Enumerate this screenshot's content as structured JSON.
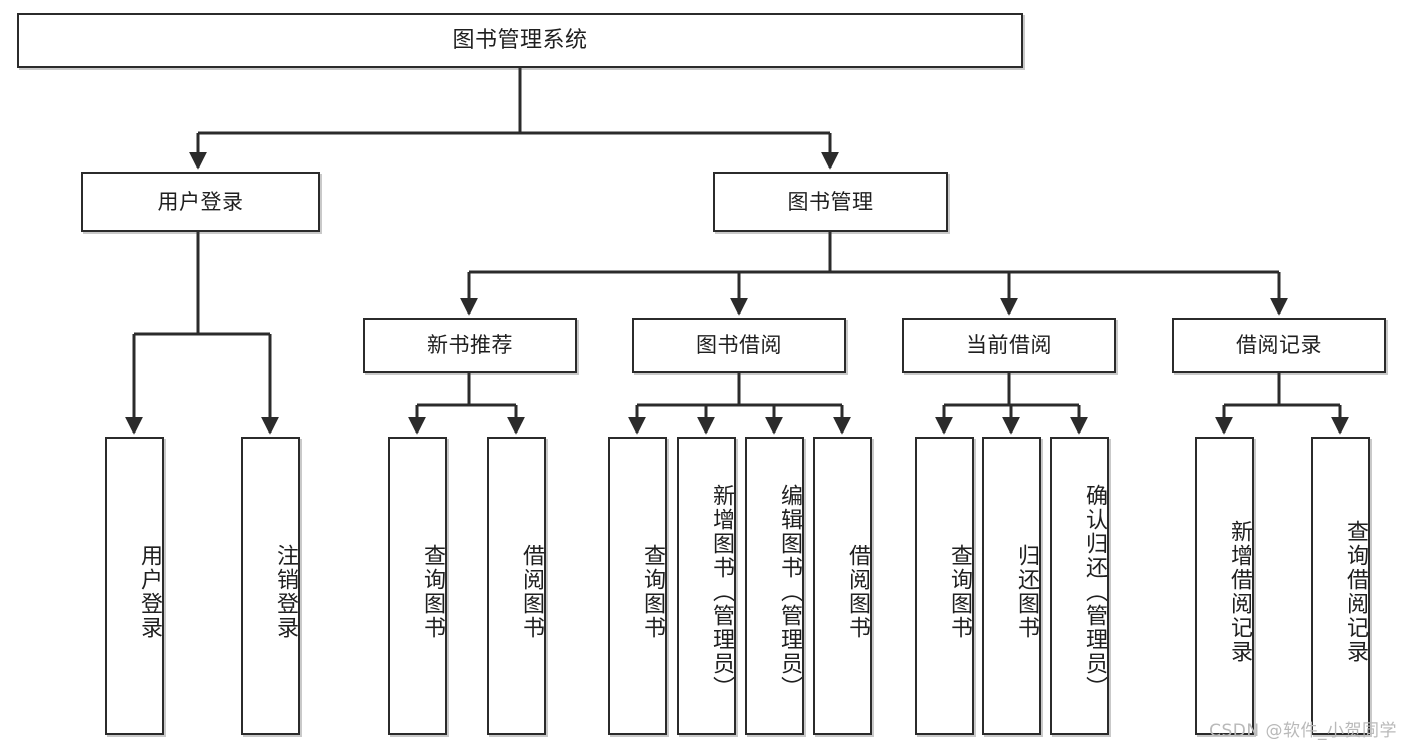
{
  "diagram": {
    "title": "图书管理系统",
    "type": "tree-hierarchy",
    "orientation": "top-down",
    "colors": {
      "background": "#ffffff",
      "node_border": "#2b2b2b",
      "node_fill": "#ffffff",
      "edge": "#2b2b2b",
      "text": "#1f1f1f",
      "watermark": "#b9b9b9"
    },
    "watermark": "CSDN @软件_小贺同学"
  },
  "nodes": {
    "root": {
      "label": "图书管理系统"
    },
    "level1": [
      {
        "id": "user-login",
        "label": "用户登录"
      },
      {
        "id": "book-manage",
        "label": "图书管理"
      }
    ],
    "level2": [
      {
        "id": "new-book-recommend",
        "label": "新书推荐"
      },
      {
        "id": "book-borrow",
        "label": "图书借阅"
      },
      {
        "id": "current-borrow",
        "label": "当前借阅"
      },
      {
        "id": "borrow-record",
        "label": "借阅记录"
      }
    ],
    "leaves": {
      "user_login": [
        {
          "id": "leaf-user-login",
          "label": "用户登录"
        },
        {
          "id": "leaf-logout-login",
          "label": "注销登录"
        }
      ],
      "new_book_recommend": [
        {
          "id": "leaf-query-book-1",
          "label": "查询图书"
        },
        {
          "id": "leaf-borrow-book-1",
          "label": "借阅图书"
        }
      ],
      "book_borrow": [
        {
          "id": "leaf-query-book-2",
          "label": "查询图书"
        },
        {
          "id": "leaf-add-book",
          "label": "新增图书（管理员）"
        },
        {
          "id": "leaf-edit-book",
          "label": "编辑图书（管理员）"
        },
        {
          "id": "leaf-borrow-book-2",
          "label": "借阅图书"
        }
      ],
      "current_borrow": [
        {
          "id": "leaf-query-book-3",
          "label": "查询图书"
        },
        {
          "id": "leaf-return-book",
          "label": "归还图书"
        },
        {
          "id": "leaf-confirm-return",
          "label": "确认归还（管理员）"
        }
      ],
      "borrow_record": [
        {
          "id": "leaf-add-record",
          "label": "新增借阅记录"
        },
        {
          "id": "leaf-query-record",
          "label": "查询借阅记录"
        }
      ]
    }
  }
}
